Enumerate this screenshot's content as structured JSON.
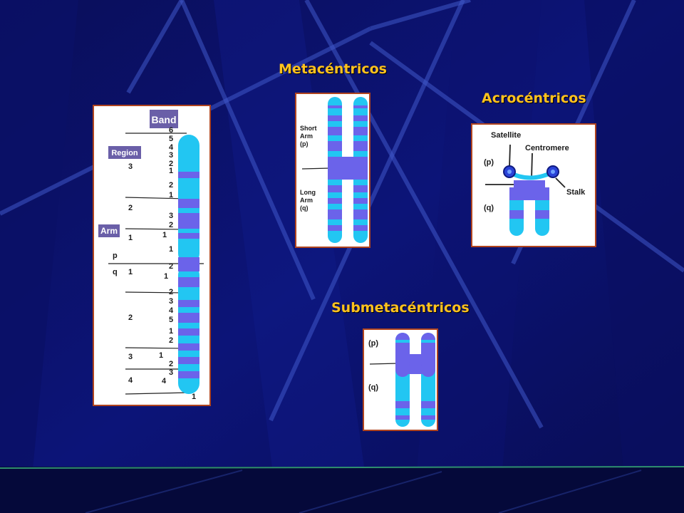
{
  "slide": {
    "colors": {
      "background": "#0a0f6e",
      "title": "#ffc21e",
      "panel_border": "#b0441e",
      "chromo_light": "#22c6f2",
      "chromo_dark": "#6b63ea"
    },
    "titles": {
      "metacentric": "Metacéntricos",
      "acrocentric": "Acrocéntricos",
      "submetacentric": "Submetacéntricos"
    }
  },
  "ideogram": {
    "band_header": "Band",
    "region_header": "Region",
    "arm_header": "Arm",
    "arm_p": "p",
    "arm_q": "q",
    "regions": [
      "3",
      "2",
      "1",
      "1",
      "2",
      "3",
      "4"
    ],
    "bands": [
      "6",
      "5",
      "4",
      "3",
      "2",
      "1",
      "2",
      "1",
      "3",
      "2",
      "1",
      "1",
      "2",
      "1",
      "2",
      "3",
      "4",
      "5",
      "1",
      "2",
      "1",
      "2",
      "3",
      "4",
      "1"
    ]
  },
  "metacentric": {
    "label_short": [
      "Short",
      "Arm",
      "(p)"
    ],
    "label_long": [
      "Long",
      "Arm",
      "(q)"
    ]
  },
  "acrocentric": {
    "label_satellite": "Satellite",
    "label_centromere": "Centromere",
    "label_stalk": "Stalk",
    "label_p": "(p)",
    "label_q": "(q)"
  },
  "submetacentric": {
    "label_p": "(p)",
    "label_q": "(q)"
  }
}
